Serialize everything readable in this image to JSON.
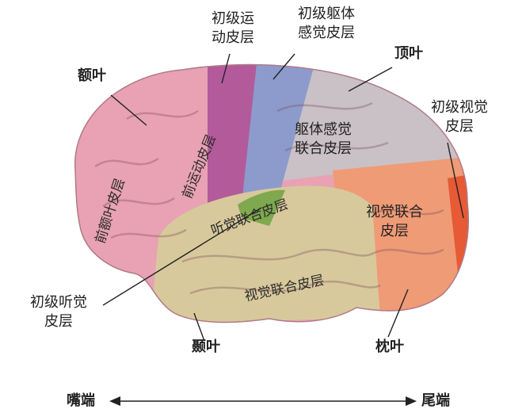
{
  "diagram": {
    "lobes": {
      "frontal": "额叶",
      "parietal": "顶叶",
      "temporal": "颞叶",
      "occipital": "枕叶"
    },
    "cortex": {
      "primary_motor": "初级运\n动皮层",
      "primary_somatosensory": "初级躯体\n感觉皮层",
      "primary_visual": "初级视觉\n皮层",
      "primary_auditory": "初级听觉\n皮层",
      "somatosensory_association": "躯体感觉\n联合皮层",
      "visual_association_upper": "视觉联合\n皮层",
      "auditory_association": "听觉联合皮层",
      "visual_association_lower": "视觉联合皮层",
      "premotor": "前运动皮层",
      "prefrontal": "前额叶皮层"
    },
    "axis": {
      "left": "嘴端",
      "right": "尾端"
    },
    "colors": {
      "frontal": "#e8a2b4",
      "premotor": "#e6a0b4",
      "motor": "#b35a9a",
      "somatosensory": "#8898c8",
      "parietal_assoc": "#c8c0c4",
      "temporal": "#d6c79a",
      "auditory": "#7fa84f",
      "occipital": "#ef9a74",
      "visual": "#e65a35"
    }
  }
}
